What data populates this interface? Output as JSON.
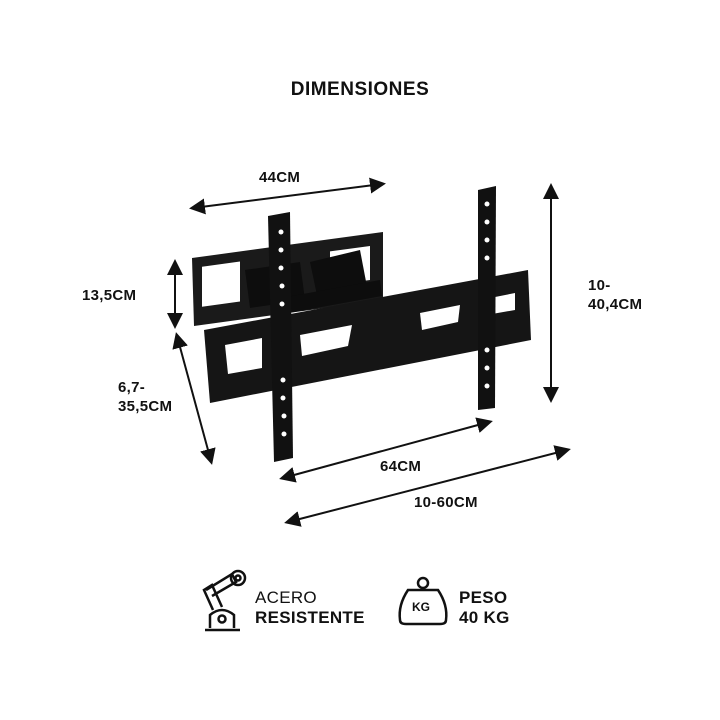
{
  "title": "DIMENSIONES",
  "dimensions": {
    "top_width": "44CM",
    "plate_height": "13,5CM",
    "depth_line1": "6,7-",
    "depth_line2": "35,5CM",
    "height_line1": "10-",
    "height_line2": "40,4CM",
    "rail_width": "64CM",
    "range_width": "10-60CM"
  },
  "features": [
    {
      "icon": "robot-arm-icon",
      "line1": "ACERO",
      "line2": "RESISTENTE"
    },
    {
      "icon": "kettlebell-kg-icon",
      "badge": "KG",
      "line1": "PESO",
      "line2": "40 KG"
    }
  ]
}
